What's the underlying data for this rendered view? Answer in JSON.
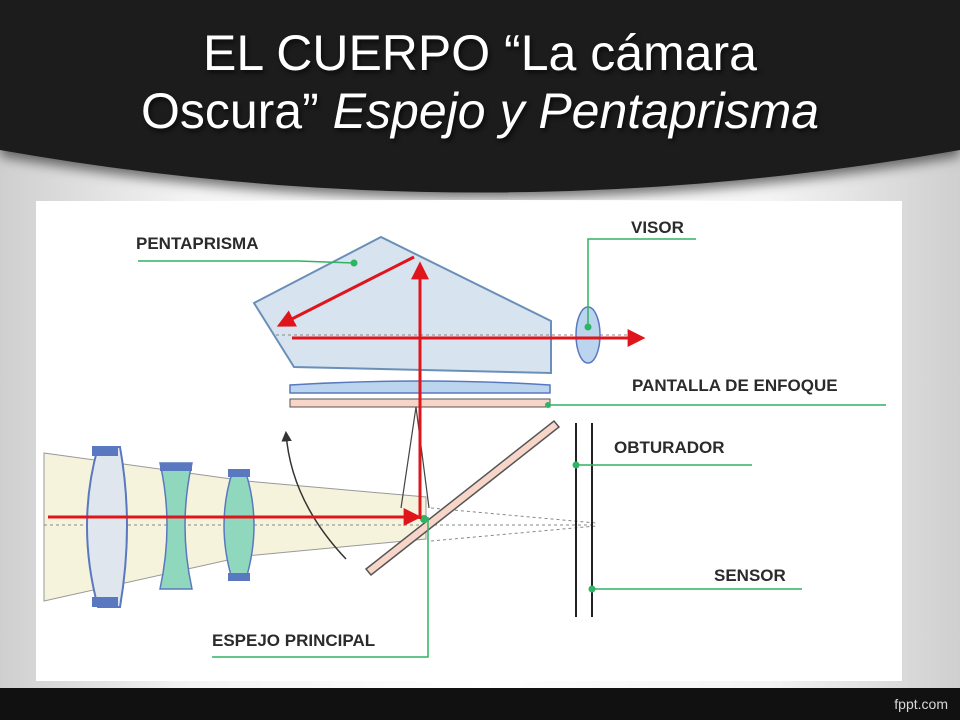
{
  "slide": {
    "title_line1": "EL CUERPO “La cámara",
    "title_line2_normal": "Oscura”",
    "title_line2_italic": "Espejo y Pentaprisma"
  },
  "diagram": {
    "labels": {
      "pentaprisma": "PENTAPRISMA",
      "visor": "VISOR",
      "pantalla": "PANTALLA DE ENFOQUE",
      "obturador": "OBTURADOR",
      "sensor": "SENSOR",
      "espejo": "ESPEJO PRINCIPAL"
    },
    "colors": {
      "leader": "#2fb463",
      "ray": "#e0151b",
      "prism_fill": "#d7e3ef",
      "lens_fill": "#bcd5ee",
      "lens_edge": "#5a78c0",
      "green_lens": "#8fd8bd",
      "light_cone": "#f5f3dc",
      "mirror_fill": "#f7d5c8"
    }
  },
  "footer": {
    "brand": "fppt.com"
  }
}
